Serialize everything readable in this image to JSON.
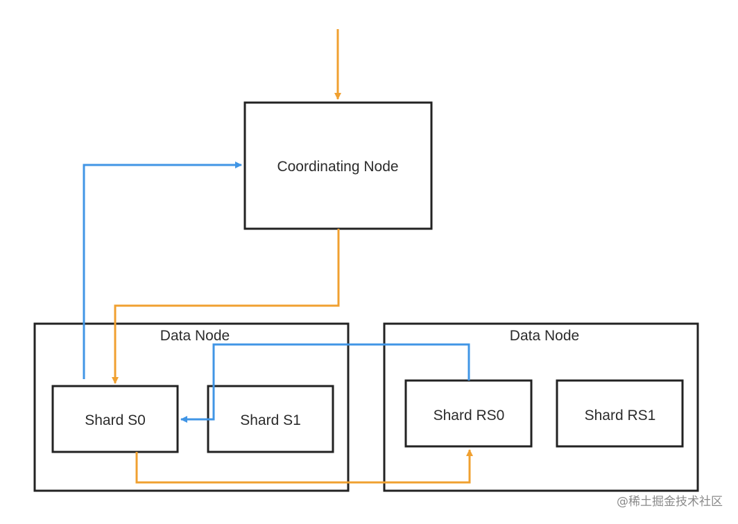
{
  "colors": {
    "request_flow": "#f0a030",
    "response_flow": "#4095e5",
    "box_border": "#222222",
    "text": "#2b2b2b",
    "watermark": "#8a8a8a"
  },
  "nodes": {
    "coordinating": {
      "label": "Coordinating Node"
    },
    "data_node_left": {
      "label": "Data Node"
    },
    "data_node_right": {
      "label": "Data Node"
    },
    "shard_s0": {
      "label": "Shard S0"
    },
    "shard_s1": {
      "label": "Shard S1"
    },
    "shard_rs0": {
      "label": "Shard RS0"
    },
    "shard_rs1": {
      "label": "Shard RS1"
    }
  },
  "edges": [
    {
      "id": "client-to-coordinating",
      "from": "client",
      "to": "coordinating",
      "color": "request_flow"
    },
    {
      "id": "coordinating-to-s0",
      "from": "coordinating",
      "to": "shard_s0",
      "color": "request_flow"
    },
    {
      "id": "s0-to-rs0",
      "from": "shard_s0",
      "to": "shard_rs0",
      "color": "request_flow"
    },
    {
      "id": "rs0-to-s0",
      "from": "shard_rs0",
      "to": "shard_s0",
      "color": "response_flow"
    },
    {
      "id": "s0-to-coordinating",
      "from": "shard_s0",
      "to": "coordinating",
      "color": "response_flow"
    }
  ],
  "watermark": "@稀土掘金技术社区"
}
